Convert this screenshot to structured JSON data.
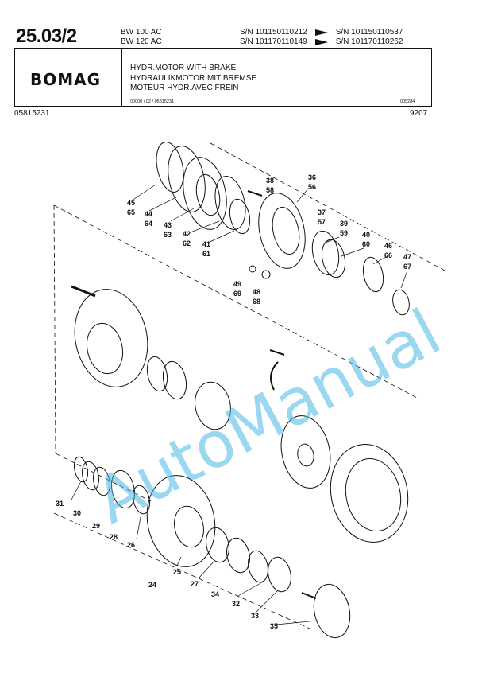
{
  "header": {
    "page_number": "25.03/2",
    "models": [
      "BW 100 AC",
      "BW 120 AC"
    ],
    "serials": [
      {
        "from": "S/N 101150110212",
        "to": "S/N 101150110537"
      },
      {
        "from": "S/N 101170110149",
        "to": "S/N 101170110262"
      }
    ],
    "logo": "BOMAG",
    "titles": [
      "HYDR.MOTOR WITH BRAKE",
      "HYDRAULIKMOTOR MIT BREMSE",
      "MOTEUR HYDR.AVEC FREIN"
    ],
    "drawing_ref": "00000 / 02 / 05815231",
    "image_code": "005284",
    "part_number": "05815231",
    "date_code": "9207"
  },
  "callouts": [
    {
      "id": "45",
      "text": [
        "45",
        "65"
      ]
    },
    {
      "id": "44",
      "text": [
        "44",
        "64"
      ]
    },
    {
      "id": "43",
      "text": [
        "43",
        "63"
      ]
    },
    {
      "id": "42",
      "text": [
        "42",
        "62"
      ]
    },
    {
      "id": "41",
      "text": [
        "41",
        "61"
      ]
    },
    {
      "id": "38",
      "text": [
        "38",
        "58"
      ]
    },
    {
      "id": "36",
      "text": [
        "36",
        "56"
      ]
    },
    {
      "id": "37",
      "text": [
        "37",
        "57"
      ]
    },
    {
      "id": "39",
      "text": [
        "39",
        "59"
      ]
    },
    {
      "id": "40",
      "text": [
        "40",
        "60"
      ]
    },
    {
      "id": "46",
      "text": [
        "46",
        "66"
      ]
    },
    {
      "id": "47",
      "text": [
        "47",
        "67"
      ]
    },
    {
      "id": "49",
      "text": [
        "49",
        "69"
      ]
    },
    {
      "id": "48",
      "text": [
        "48",
        "68"
      ]
    },
    {
      "id": "31",
      "text": [
        "31"
      ]
    },
    {
      "id": "30",
      "text": [
        "30"
      ]
    },
    {
      "id": "29",
      "text": [
        "29"
      ]
    },
    {
      "id": "28",
      "text": [
        "28"
      ]
    },
    {
      "id": "26",
      "text": [
        "26"
      ]
    },
    {
      "id": "25",
      "text": [
        "25"
      ]
    },
    {
      "id": "24",
      "text": [
        "24"
      ]
    },
    {
      "id": "27",
      "text": [
        "27"
      ]
    },
    {
      "id": "34",
      "text": [
        "34"
      ]
    },
    {
      "id": "32",
      "text": [
        "32"
      ]
    },
    {
      "id": "33",
      "text": [
        "33"
      ]
    },
    {
      "id": "35",
      "text": [
        "35"
      ]
    }
  ],
  "watermark": "AutoManual",
  "colors": {
    "ink": "#111111",
    "watermark": "#49b7e6"
  }
}
